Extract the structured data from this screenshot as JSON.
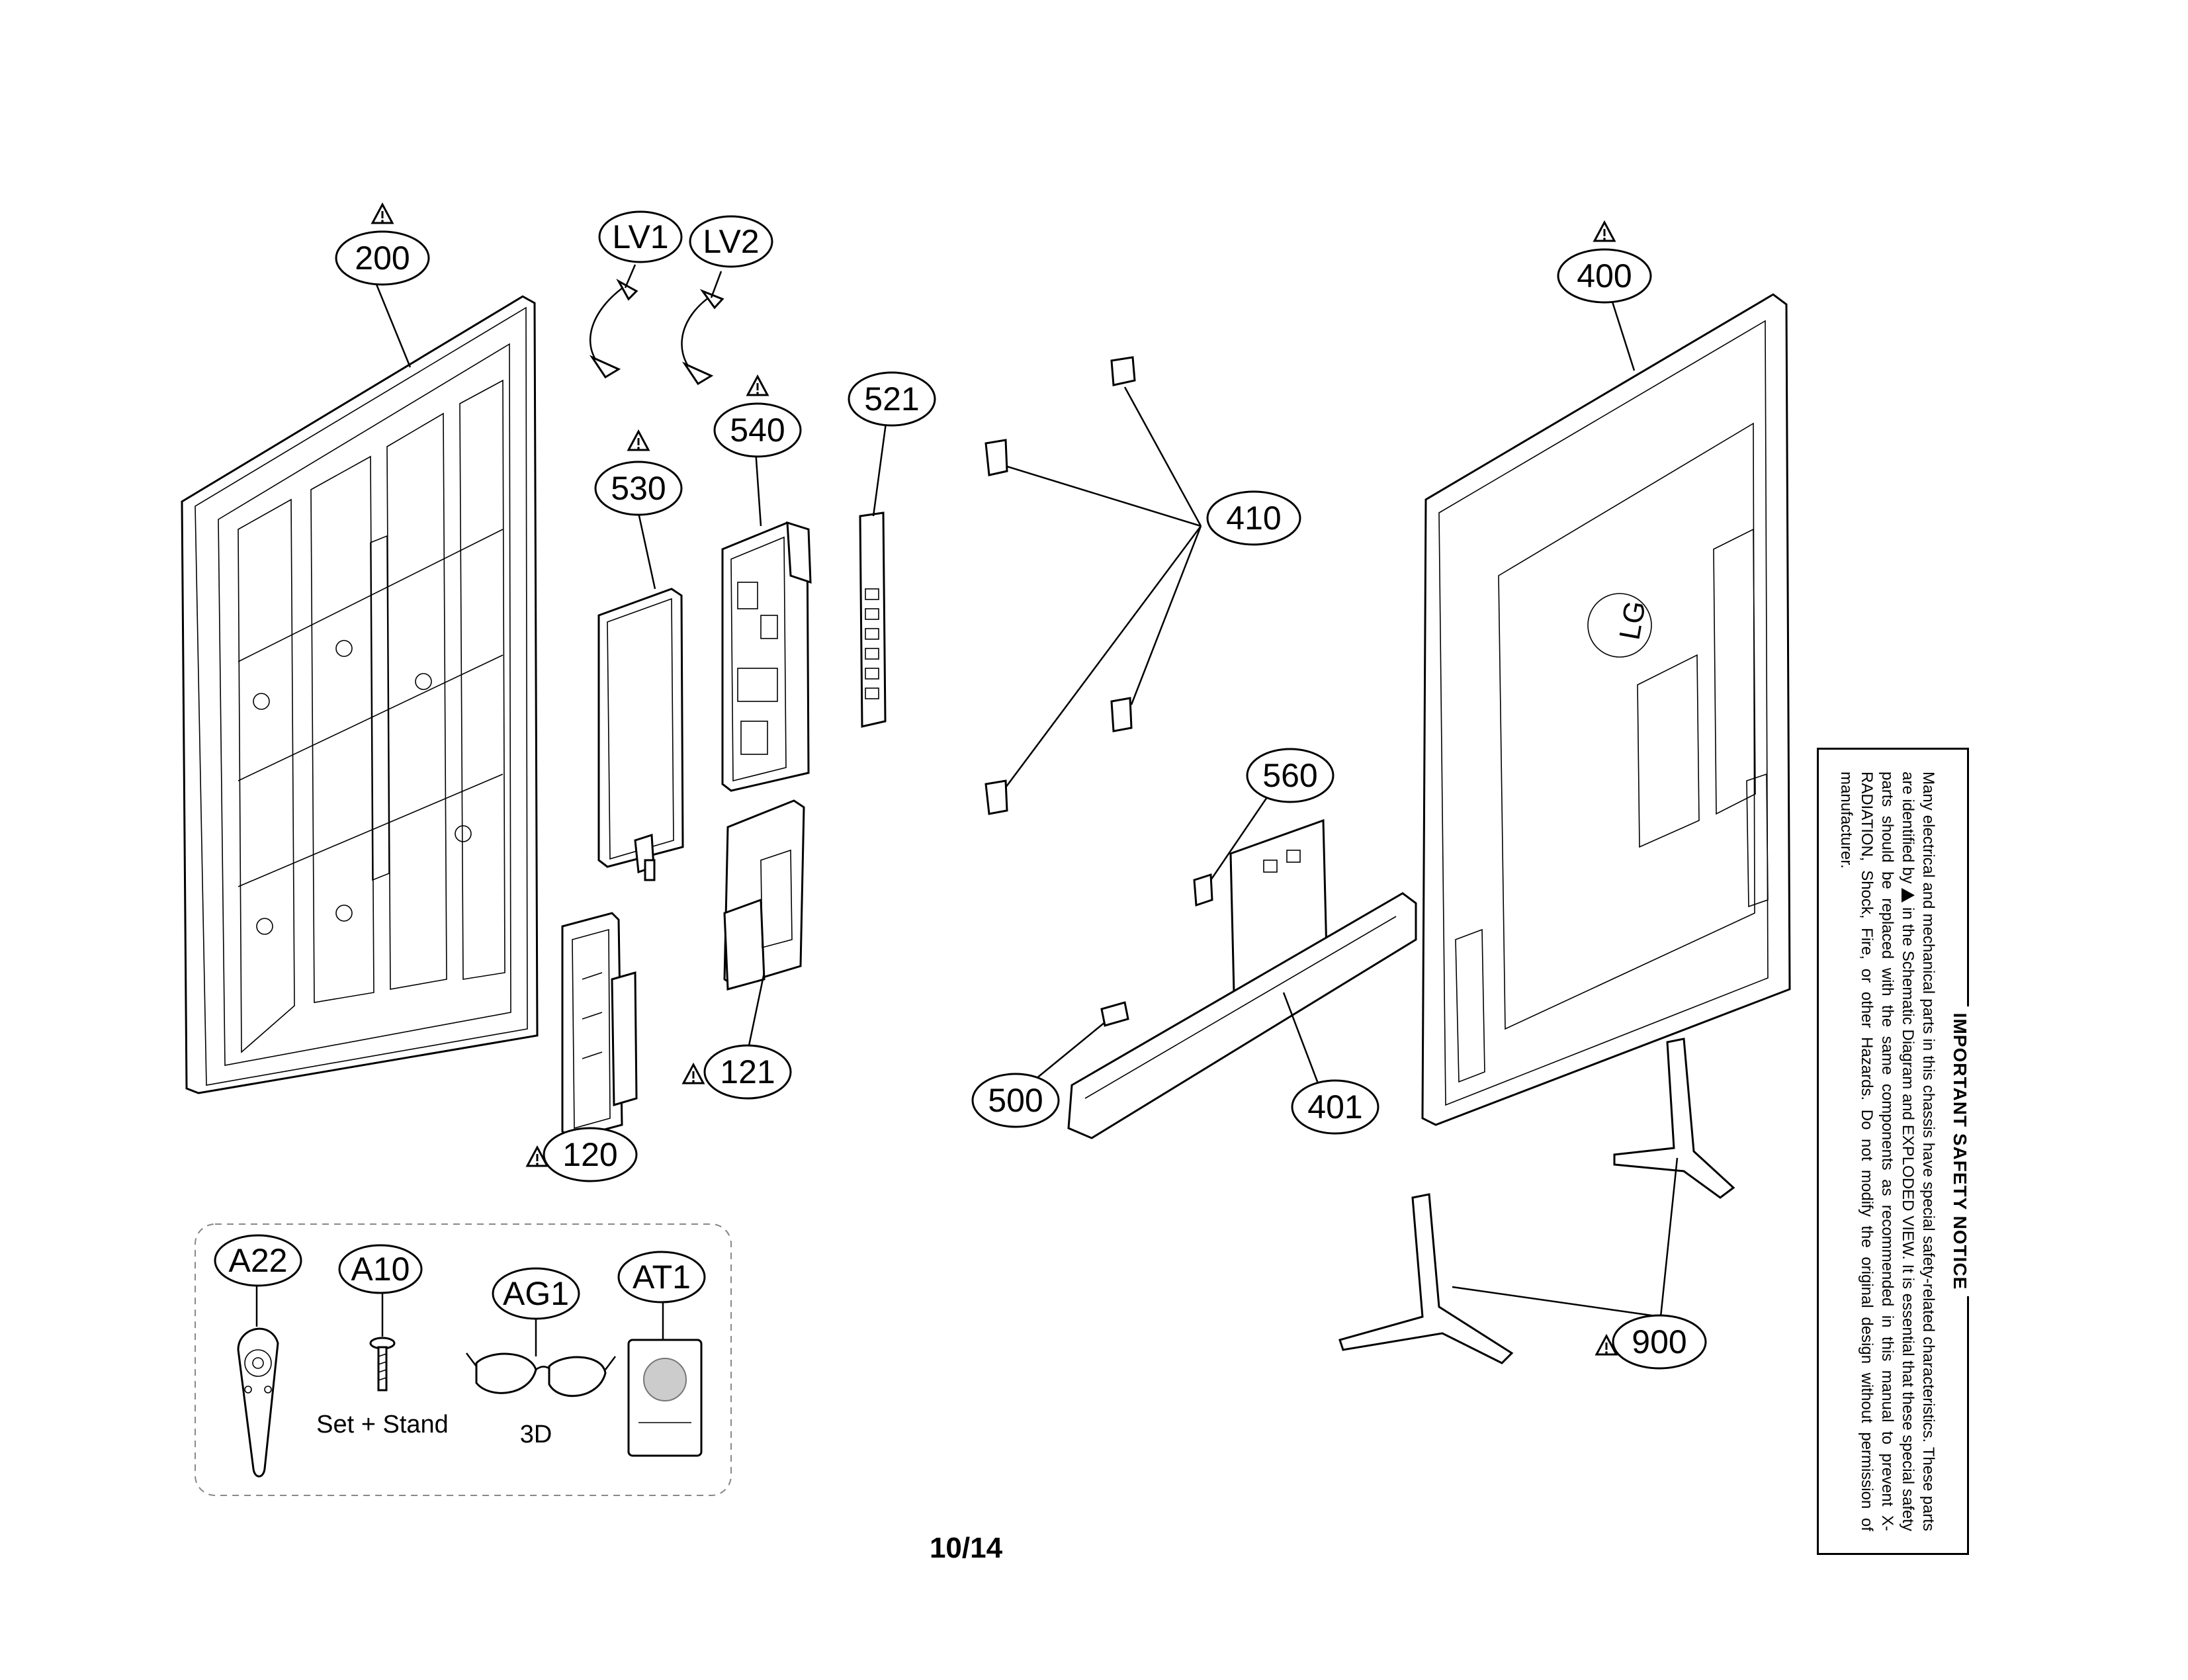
{
  "callouts": [
    {
      "id": "200",
      "warn": true
    },
    {
      "id": "LV1",
      "warn": false
    },
    {
      "id": "LV2",
      "warn": false
    },
    {
      "id": "530",
      "warn": true
    },
    {
      "id": "540",
      "warn": true
    },
    {
      "id": "521",
      "warn": false
    },
    {
      "id": "410",
      "warn": false
    },
    {
      "id": "400",
      "warn": true
    },
    {
      "id": "560",
      "warn": false
    },
    {
      "id": "500",
      "warn": false
    },
    {
      "id": "401",
      "warn": false
    },
    {
      "id": "121",
      "warn": true
    },
    {
      "id": "120",
      "warn": true
    },
    {
      "id": "900",
      "warn": true
    },
    {
      "id": "A22",
      "warn": false
    },
    {
      "id": "A10",
      "warn": false
    },
    {
      "id": "AG1",
      "warn": false
    },
    {
      "id": "AT1",
      "warn": false
    }
  ],
  "captions": {
    "a10": "Set + Stand",
    "ag1": "3D"
  },
  "logo_text": "LG",
  "page_number": "10/14",
  "safety_notice": {
    "title": "IMPORTANT SAFETY NOTICE",
    "body_1": "Many electrical and mechanical parts in this chassis have special safety-related characteristics. These parts are identified by",
    "body_2": "in the Schematic Diagram and EXPLODED VIEW. It is essential that these special safety parts should be replaced with the same components as recommended in this manual to prevent X-RADIATION, Shock, Fire, or other Hazards. Do not modify the original design without permission of manufacturer."
  }
}
